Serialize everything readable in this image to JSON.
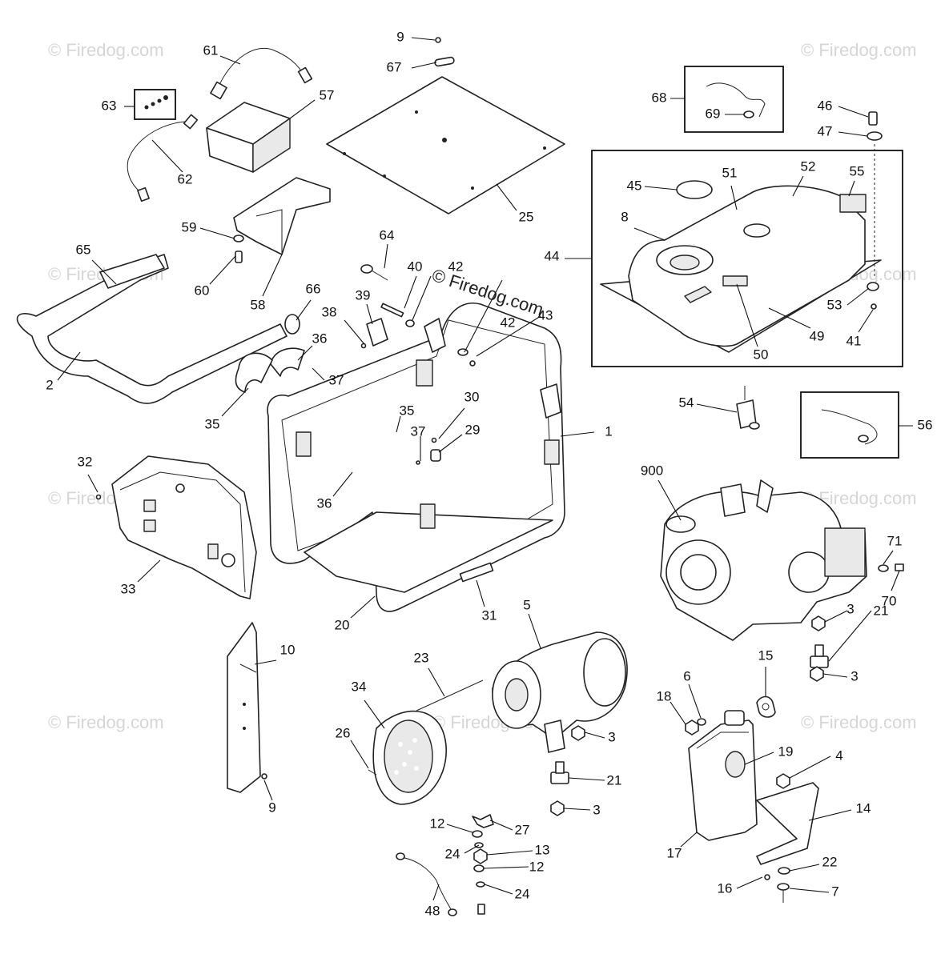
{
  "watermark": {
    "text": "© Firedog.com",
    "text_main": "© Firedog.com"
  },
  "callouts": {
    "c1": "1",
    "c2": "2",
    "c3a": "3",
    "c3b": "3",
    "c3c": "3",
    "c3d": "3",
    "c4": "4",
    "c5": "5",
    "c6": "6",
    "c7": "7",
    "c8": "8",
    "c9a": "9",
    "c9b": "9",
    "c10": "10",
    "c12a": "12",
    "c12b": "12",
    "c13": "13",
    "c14": "14",
    "c15": "15",
    "c16": "16",
    "c17": "17",
    "c18": "18",
    "c19": "19",
    "c20": "20",
    "c21a": "21",
    "c21b": "21",
    "c22": "22",
    "c23": "23",
    "c24a": "24",
    "c24b": "24",
    "c25": "25",
    "c26": "26",
    "c27": "27",
    "c29": "29",
    "c30": "30",
    "c31": "31",
    "c32": "32",
    "c33": "33",
    "c34": "34",
    "c35a": "35",
    "c35b": "35",
    "c36a": "36",
    "c36b": "36",
    "c37a": "37",
    "c37b": "37",
    "c38": "38",
    "c39": "39",
    "c40": "40",
    "c41": "41",
    "c42a": "42",
    "c42b": "42",
    "c43": "43",
    "c44": "44",
    "c45": "45",
    "c46": "46",
    "c47": "47",
    "c48": "48",
    "c49": "49",
    "c50": "50",
    "c51": "51",
    "c52": "52",
    "c53": "53",
    "c54": "54",
    "c55": "55",
    "c56": "56",
    "c57": "57",
    "c58": "58",
    "c59": "59",
    "c60": "60",
    "c61": "61",
    "c62": "62",
    "c63": "63",
    "c64": "64",
    "c65": "65",
    "c66": "66",
    "c67": "67",
    "c68": "68",
    "c69": "69",
    "c70": "70",
    "c71": "71",
    "c900": "900"
  }
}
